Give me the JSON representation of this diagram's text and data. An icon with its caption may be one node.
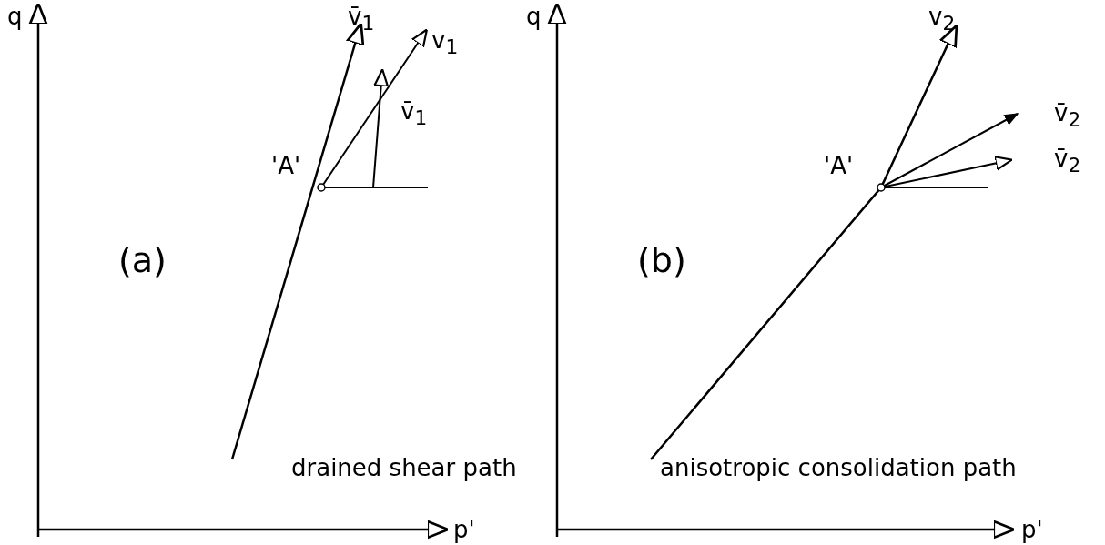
{
  "diagram": {
    "labels": [
      "q",
      "v̄$_{1}$",
      "v$_{1}$",
      "v̄$_{1}$",
      "'A'",
      "(a)",
      "drained shear path",
      "p'",
      "q",
      "v$_{2}$",
      "v̄$_{2}$",
      "v̄$_{2}$",
      "'A'",
      "(b)",
      "anisotropic consolidation path",
      "p'"
    ]
  }
}
